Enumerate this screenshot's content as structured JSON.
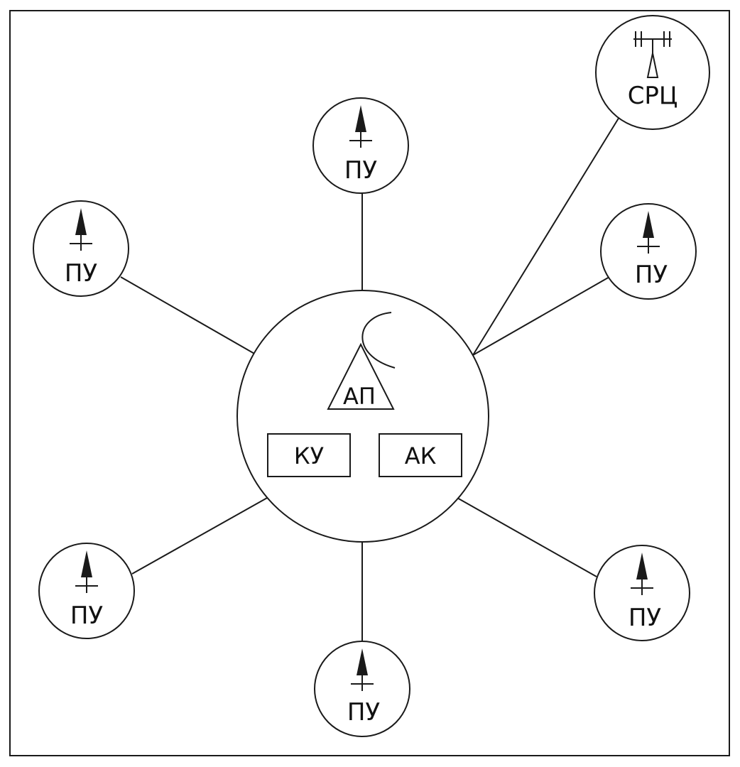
{
  "center": {
    "triangle_label": "АП",
    "box_left_label": "КУ",
    "box_right_label": "АК"
  },
  "nodes": [
    {
      "id": "top",
      "label": "ПУ",
      "icon": "antenna-arrow-icon"
    },
    {
      "id": "upper-left",
      "label": "ПУ",
      "icon": "antenna-arrow-icon"
    },
    {
      "id": "upper-right",
      "label": "ПУ",
      "icon": "antenna-arrow-icon"
    },
    {
      "id": "lower-left",
      "label": "ПУ",
      "icon": "antenna-arrow-icon"
    },
    {
      "id": "lower-right",
      "label": "ПУ",
      "icon": "antenna-arrow-icon"
    },
    {
      "id": "bottom",
      "label": "ПУ",
      "icon": "antenna-arrow-icon"
    },
    {
      "id": "corner",
      "label": "СРЦ",
      "icon": "mast-antenna-icon"
    }
  ],
  "colors": {
    "stroke": "#1a1a1a",
    "background": "#ffffff"
  }
}
